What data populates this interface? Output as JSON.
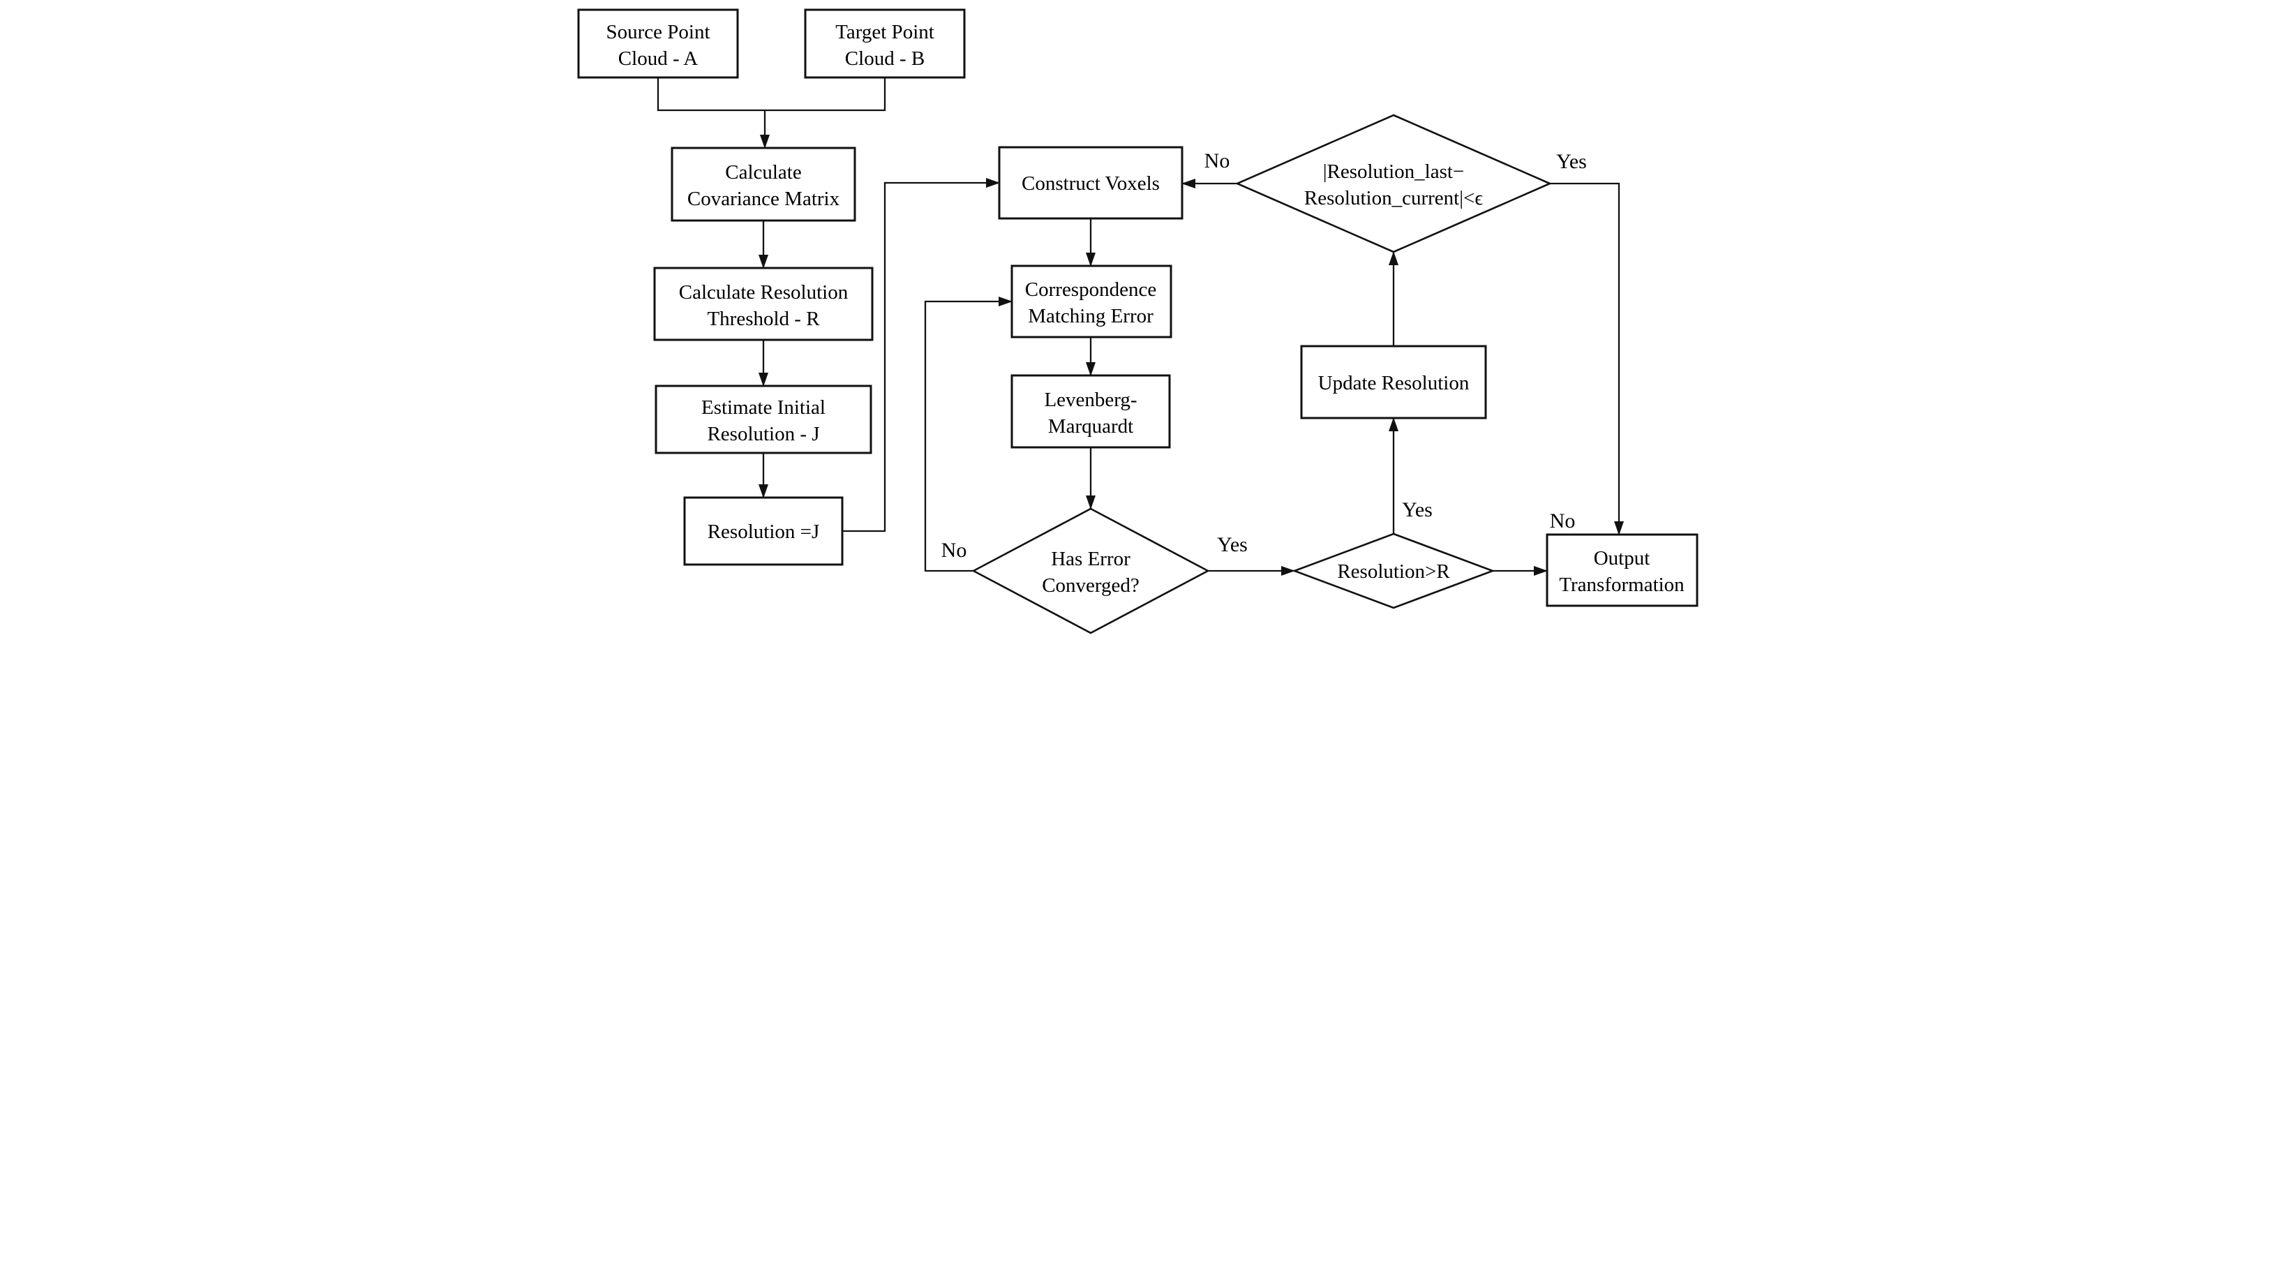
{
  "diagram": {
    "type": "flowchart",
    "colors": {
      "stroke": "#111111",
      "background": "#ffffff",
      "text": "#000000"
    },
    "nodes": {
      "source_a": {
        "shape": "rect",
        "lines": [
          "Source Point",
          "Cloud - A"
        ]
      },
      "target_b": {
        "shape": "rect",
        "lines": [
          "Target Point",
          "Cloud - B"
        ]
      },
      "calc_covariance": {
        "shape": "rect",
        "lines": [
          "Calculate",
          "Covariance Matrix"
        ]
      },
      "calc_threshold": {
        "shape": "rect",
        "lines": [
          "Calculate Resolution",
          "Threshold - R"
        ]
      },
      "estimate_initial": {
        "shape": "rect",
        "lines": [
          "Estimate Initial",
          "Resolution - J"
        ]
      },
      "resolution_j": {
        "shape": "rect",
        "lines": [
          "Resolution =J"
        ]
      },
      "construct_voxels": {
        "shape": "rect",
        "lines": [
          "Construct Voxels"
        ]
      },
      "correspondence": {
        "shape": "rect",
        "lines": [
          "Correspondence",
          "Matching Error"
        ]
      },
      "levenberg": {
        "shape": "rect",
        "lines": [
          "Levenberg-",
          "Marquardt"
        ]
      },
      "has_error_converged": {
        "shape": "diamond",
        "lines": [
          "Has Error",
          "Converged?"
        ]
      },
      "resolution_gt_r": {
        "shape": "diamond",
        "lines": [
          "Resolution>R"
        ]
      },
      "epsilon_check": {
        "shape": "diamond",
        "lines": [
          "|Resolution_last−",
          "Resolution_current|<ϵ"
        ]
      },
      "update_resolution": {
        "shape": "rect",
        "lines": [
          "Update Resolution"
        ]
      },
      "output_transformation": {
        "shape": "rect",
        "lines": [
          "Output",
          "Transformation"
        ]
      }
    },
    "edge_labels": {
      "epsilon_no": "No",
      "epsilon_yes": "Yes",
      "has_error_no": "No",
      "has_error_yes": "Yes",
      "resolution_yes": "Yes",
      "resolution_no": "No"
    }
  }
}
